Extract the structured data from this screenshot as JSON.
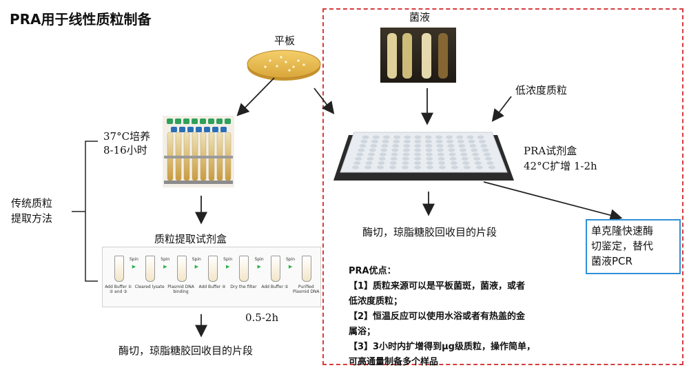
{
  "title": "PRA用于线性质粒制备",
  "plate_label": "平板",
  "culture_label": "菌液",
  "low_conc_label": "低浓度质粒",
  "culture_conditions": [
    "37°C培养",
    "8-16小时"
  ],
  "traditional_method": [
    "传统质粒",
    "提取方法"
  ],
  "kit_label": "质粒提取试剂盒",
  "kit_time": "0.5-2h",
  "kit_steps": [
    {
      "label": "Add Buffer ① ② and ③"
    },
    {
      "label": "Cleared lysate"
    },
    {
      "label": "Plasmid DNA binding"
    },
    {
      "label": "Add Buffer ④"
    },
    {
      "label": "Dry the filter"
    },
    {
      "label": "Add Buffer ⑤"
    },
    {
      "label": "Purified Plasmid DNA"
    }
  ],
  "kit_arrow_label": "Spin",
  "left_result": "酶切，琼脂糖胶回收目的片段",
  "pra_kit_label": "PRA试剂盒",
  "pra_kit_cond": "42°C扩增 1-2h",
  "right_result": "酶切，琼脂糖胶回收目的片段",
  "blue_box_lines": [
    "单克隆快速酶",
    "切鉴定，替代",
    "菌液PCR"
  ],
  "advantages": {
    "heading": "PRA优点：",
    "lines": [
      "【1】质粒来源可以是平板菌斑，菌液，或者",
      "低浓度质粒；",
      "【2】恒温反应可以使用水浴或者有热盖的金",
      "属浴；",
      "【3】3小时内扩增得到μg级质粒，操作简单，",
      "可高通量制备多个样品"
    ]
  },
  "colors": {
    "dashed_border": "#d63b3b",
    "blue_border": "#2e8fd6",
    "arrow": "#222222",
    "kit_arrow": "#2db24a"
  }
}
